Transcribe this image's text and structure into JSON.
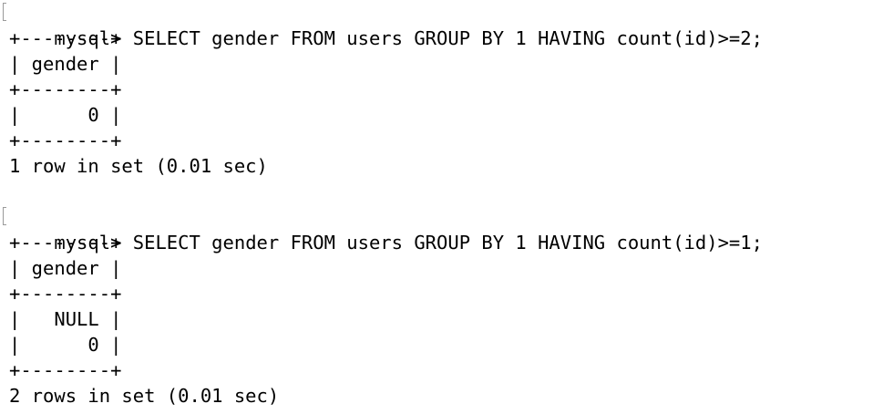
{
  "terminal": {
    "blocks": [
      {
        "prompt": "mysql>",
        "command": "SELECT gender FROM users GROUP BY 1 HAVING count(id)>=2;",
        "border": "+--------+",
        "header": "| gender |",
        "rows": [
          "|      0 |"
        ],
        "result": "1 row in set (0.01 sec)"
      },
      {
        "prompt": "mysql>",
        "command": "SELECT gender FROM users GROUP BY 1 HAVING count(id)>=1;",
        "border": "+--------+",
        "header": "| gender |",
        "rows": [
          "|   NULL |",
          "|      0 |"
        ],
        "result": "2 rows in set (0.01 sec)"
      }
    ]
  }
}
